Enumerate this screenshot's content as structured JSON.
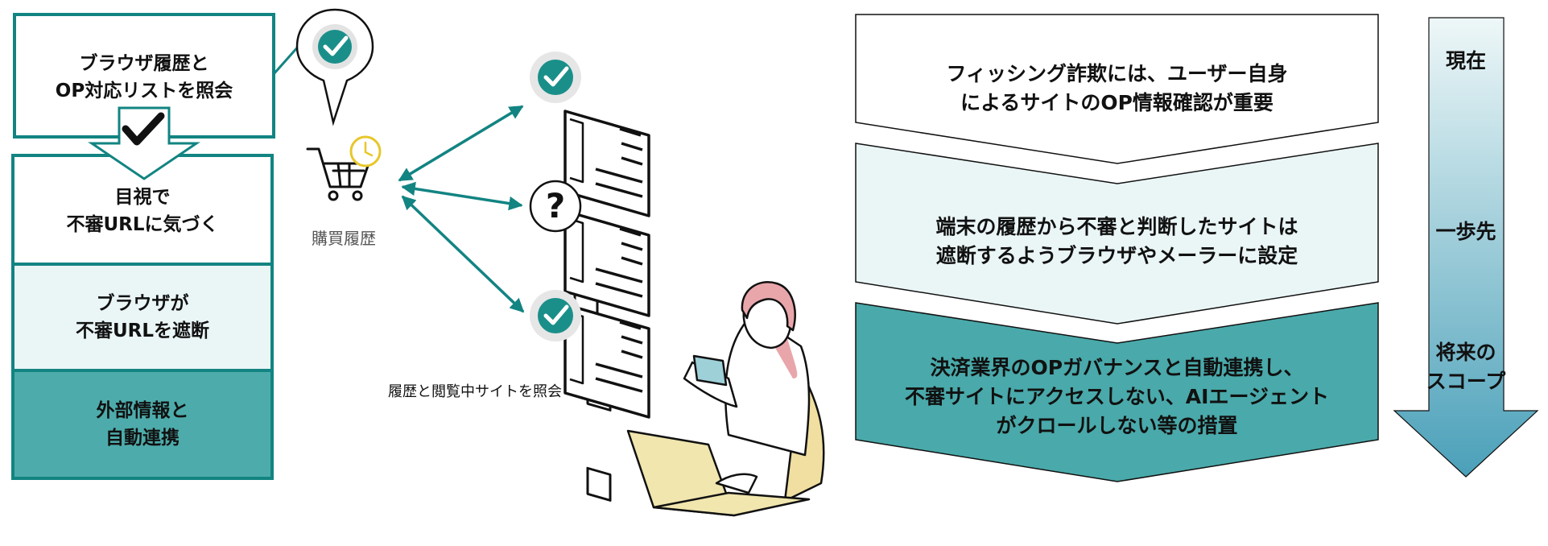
{
  "colors": {
    "teal": "#128482",
    "teal_fill": "#4dacab",
    "pale": "#eaf5f6",
    "arrow_top": "#e9f4f6",
    "arrow_bottom": "#4aa3bb"
  },
  "left_flow": {
    "top_box": [
      "ブラウザ履歴と",
      "OP対応リストを照会"
    ],
    "box1": [
      "目視で",
      "不審URLに気づく"
    ],
    "box2": [
      "ブラウザが",
      "不審URLを遮断"
    ],
    "box3": [
      "外部情報と",
      "自動連携"
    ],
    "pin_icon": "check-circle-icon"
  },
  "center": {
    "cart_caption": "購買履歴",
    "query_caption": "履歴と閲覧中サイトを照会",
    "sites": [
      {
        "status_icon": "check-circle-icon"
      },
      {
        "status_icon": "question-mark-icon",
        "symbol": "?"
      },
      {
        "status_icon": "check-circle-icon"
      }
    ]
  },
  "right_flow": {
    "steps": [
      [
        "フィッシング詐欺には、ユーザー自身",
        "によるサイトのOP情報確認が重要"
      ],
      [
        "端末の履歴から不審と判断したサイトは",
        "遮断するようブラウザやメーラーに設定"
      ],
      [
        "決済業界のOPガバナンスと自動連携し、",
        "不審サイトにアクセスしない、AIエージェント",
        "がクロールしない等の措置"
      ]
    ],
    "timeline": {
      "now": "現在",
      "next": "一歩先",
      "future": [
        "将来の",
        "スコープ"
      ]
    }
  }
}
